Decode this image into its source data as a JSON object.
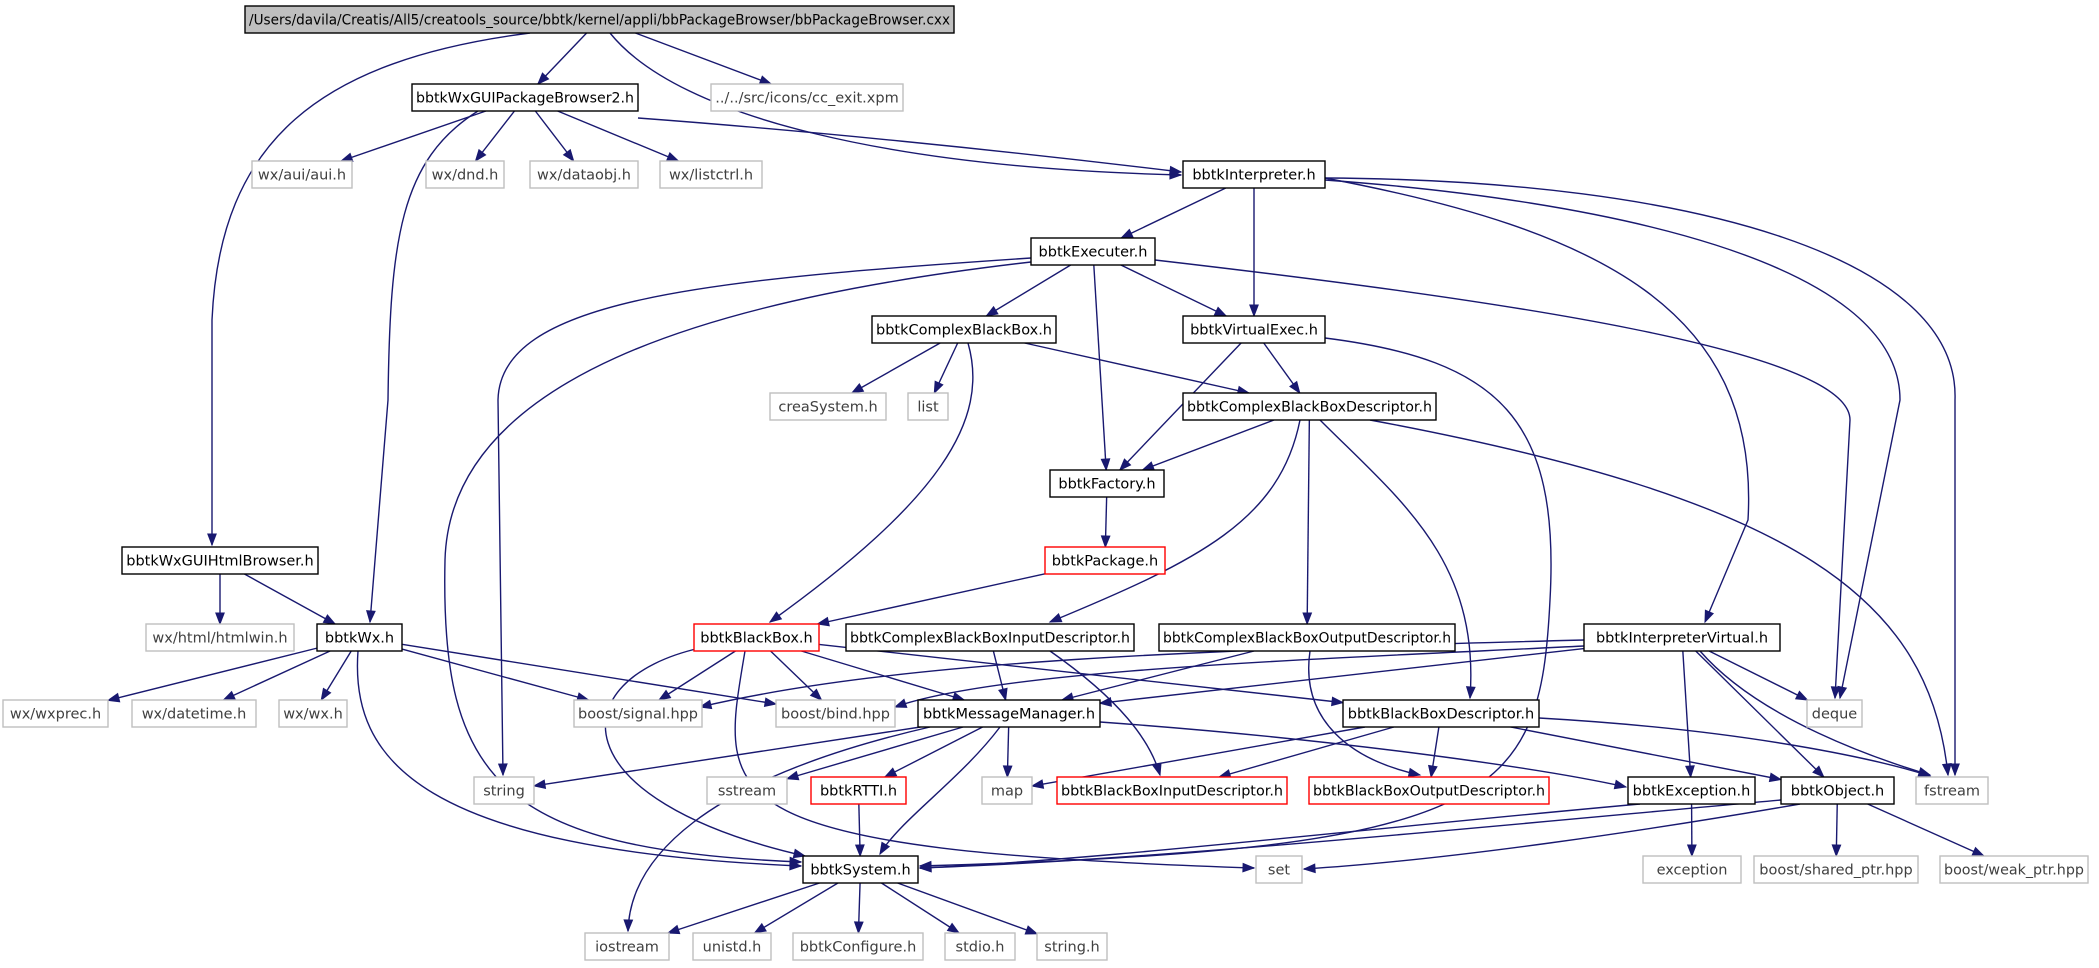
{
  "colors": {
    "edge": "#191970",
    "root_fill": "#bfbfbf",
    "node_border": "#000000",
    "external_border": "#bfbfbf",
    "truncated_border": "#ff0000",
    "text": "#000000"
  },
  "legend_note": "",
  "nodes": [
    {
      "id": "root",
      "label": "/Users/davila/Creatis/All5/creatools_source/bbtk/kernel/appli/bbPackageBrowser/bbPackageBrowser.cxx",
      "kind": "root"
    },
    {
      "id": "wxguipb2",
      "label": "bbtkWxGUIPackageBrowser2.h",
      "kind": "local"
    },
    {
      "id": "ccexit",
      "label": "../../src/icons/cc_exit.xpm",
      "kind": "external"
    },
    {
      "id": "wxaui",
      "label": "wx/aui/aui.h",
      "kind": "external"
    },
    {
      "id": "wxdnd",
      "label": "wx/dnd.h",
      "kind": "external"
    },
    {
      "id": "wxdataobj",
      "label": "wx/dataobj.h",
      "kind": "external"
    },
    {
      "id": "wxlistctrl",
      "label": "wx/listctrl.h",
      "kind": "external"
    },
    {
      "id": "interp",
      "label": "bbtkInterpreter.h",
      "kind": "local"
    },
    {
      "id": "executer",
      "label": "bbtkExecuter.h",
      "kind": "local"
    },
    {
      "id": "complexbb",
      "label": "bbtkComplexBlackBox.h",
      "kind": "local"
    },
    {
      "id": "virtualexec",
      "label": "bbtkVirtualExec.h",
      "kind": "local"
    },
    {
      "id": "creasystem",
      "label": "creaSystem.h",
      "kind": "external"
    },
    {
      "id": "list",
      "label": "list",
      "kind": "external"
    },
    {
      "id": "cbbdesc",
      "label": "bbtkComplexBlackBoxDescriptor.h",
      "kind": "local"
    },
    {
      "id": "factory",
      "label": "bbtkFactory.h",
      "kind": "local"
    },
    {
      "id": "package",
      "label": "bbtkPackage.h",
      "kind": "truncated"
    },
    {
      "id": "wxhtml",
      "label": "bbtkWxGUIHtmlBrowser.h",
      "kind": "local"
    },
    {
      "id": "htmlwin",
      "label": "wx/html/htmlwin.h",
      "kind": "external"
    },
    {
      "id": "bbtkwx",
      "label": "bbtkWx.h",
      "kind": "local"
    },
    {
      "id": "blackbox",
      "label": "bbtkBlackBox.h",
      "kind": "truncated"
    },
    {
      "id": "cbbindesc",
      "label": "bbtkComplexBlackBoxInputDescriptor.h",
      "kind": "local"
    },
    {
      "id": "cbboutdesc",
      "label": "bbtkComplexBlackBoxOutputDescriptor.h",
      "kind": "local"
    },
    {
      "id": "interpvirt",
      "label": "bbtkInterpreterVirtual.h",
      "kind": "local"
    },
    {
      "id": "wxprec",
      "label": "wx/wxprec.h",
      "kind": "external"
    },
    {
      "id": "wxdatetime",
      "label": "wx/datetime.h",
      "kind": "external"
    },
    {
      "id": "wxwx",
      "label": "wx/wx.h",
      "kind": "external"
    },
    {
      "id": "boostsignal",
      "label": "boost/signal.hpp",
      "kind": "external"
    },
    {
      "id": "boostbind",
      "label": "boost/bind.hpp",
      "kind": "external"
    },
    {
      "id": "msgmgr",
      "label": "bbtkMessageManager.h",
      "kind": "local"
    },
    {
      "id": "bbdesc",
      "label": "bbtkBlackBoxDescriptor.h",
      "kind": "local"
    },
    {
      "id": "deque",
      "label": "deque",
      "kind": "external"
    },
    {
      "id": "string",
      "label": "string",
      "kind": "external"
    },
    {
      "id": "sstream",
      "label": "sstream",
      "kind": "external"
    },
    {
      "id": "rtti",
      "label": "bbtkRTTI.h",
      "kind": "truncated"
    },
    {
      "id": "map",
      "label": "map",
      "kind": "external"
    },
    {
      "id": "bbindesc",
      "label": "bbtkBlackBoxInputDescriptor.h",
      "kind": "truncated"
    },
    {
      "id": "bboutdesc",
      "label": "bbtkBlackBoxOutputDescriptor.h",
      "kind": "truncated"
    },
    {
      "id": "exception_h",
      "label": "bbtkException.h",
      "kind": "local"
    },
    {
      "id": "object",
      "label": "bbtkObject.h",
      "kind": "local"
    },
    {
      "id": "fstream",
      "label": "fstream",
      "kind": "external"
    },
    {
      "id": "system",
      "label": "bbtkSystem.h",
      "kind": "local"
    },
    {
      "id": "set",
      "label": "set",
      "kind": "external"
    },
    {
      "id": "exception",
      "label": "exception",
      "kind": "external"
    },
    {
      "id": "sharedptr",
      "label": "boost/shared_ptr.hpp",
      "kind": "external"
    },
    {
      "id": "weakptr",
      "label": "boost/weak_ptr.hpp",
      "kind": "external"
    },
    {
      "id": "iostream",
      "label": "iostream",
      "kind": "external"
    },
    {
      "id": "unistd",
      "label": "unistd.h",
      "kind": "external"
    },
    {
      "id": "configure",
      "label": "bbtkConfigure.h",
      "kind": "external"
    },
    {
      "id": "stdio",
      "label": "stdio.h",
      "kind": "external"
    },
    {
      "id": "stringh",
      "label": "string.h",
      "kind": "external"
    }
  ],
  "edges": [
    [
      "root",
      "wxguipb2"
    ],
    [
      "root",
      "ccexit"
    ],
    [
      "root",
      "interp"
    ],
    [
      "root",
      "wxhtml"
    ],
    [
      "wxguipb2",
      "wxaui"
    ],
    [
      "wxguipb2",
      "wxdnd"
    ],
    [
      "wxguipb2",
      "wxdataobj"
    ],
    [
      "wxguipb2",
      "wxlistctrl"
    ],
    [
      "wxguipb2",
      "interp"
    ],
    [
      "wxguipb2",
      "bbtkwx"
    ],
    [
      "interp",
      "executer"
    ],
    [
      "interp",
      "virtualexec"
    ],
    [
      "interp",
      "interpvirt"
    ],
    [
      "interp",
      "deque"
    ],
    [
      "interp",
      "fstream"
    ],
    [
      "executer",
      "complexbb"
    ],
    [
      "executer",
      "virtualexec"
    ],
    [
      "executer",
      "factory"
    ],
    [
      "executer",
      "string"
    ],
    [
      "executer",
      "system"
    ],
    [
      "executer",
      "deque"
    ],
    [
      "complexbb",
      "creasystem"
    ],
    [
      "complexbb",
      "list"
    ],
    [
      "complexbb",
      "cbbdesc"
    ],
    [
      "complexbb",
      "blackbox"
    ],
    [
      "virtualexec",
      "cbbdesc"
    ],
    [
      "virtualexec",
      "factory"
    ],
    [
      "virtualexec",
      "system"
    ],
    [
      "cbbdesc",
      "factory"
    ],
    [
      "cbbdesc",
      "cbbindesc"
    ],
    [
      "cbbdesc",
      "cbboutdesc"
    ],
    [
      "cbbdesc",
      "bbdesc"
    ],
    [
      "cbbdesc",
      "fstream"
    ],
    [
      "factory",
      "package"
    ],
    [
      "package",
      "blackbox"
    ],
    [
      "wxhtml",
      "htmlwin"
    ],
    [
      "wxhtml",
      "bbtkwx"
    ],
    [
      "bbtkwx",
      "wxprec"
    ],
    [
      "bbtkwx",
      "wxdatetime"
    ],
    [
      "bbtkwx",
      "wxwx"
    ],
    [
      "bbtkwx",
      "boostsignal"
    ],
    [
      "bbtkwx",
      "boostbind"
    ],
    [
      "bbtkwx",
      "system"
    ],
    [
      "blackbox",
      "boostsignal"
    ],
    [
      "blackbox",
      "boostbind"
    ],
    [
      "blackbox",
      "msgmgr"
    ],
    [
      "blackbox",
      "bbdesc"
    ],
    [
      "blackbox",
      "system"
    ],
    [
      "blackbox",
      "set"
    ],
    [
      "cbbindesc",
      "msgmgr"
    ],
    [
      "cbbindesc",
      "bbindesc"
    ],
    [
      "cbboutdesc",
      "msgmgr"
    ],
    [
      "cbboutdesc",
      "bboutdesc"
    ],
    [
      "interpvirt",
      "msgmgr"
    ],
    [
      "interpvirt",
      "boostsignal"
    ],
    [
      "interpvirt",
      "boostbind"
    ],
    [
      "interpvirt",
      "deque"
    ],
    [
      "interpvirt",
      "exception_h"
    ],
    [
      "interpvirt",
      "object"
    ],
    [
      "interpvirt",
      "fstream"
    ],
    [
      "msgmgr",
      "string"
    ],
    [
      "msgmgr",
      "sstream"
    ],
    [
      "msgmgr",
      "rtti"
    ],
    [
      "msgmgr",
      "map"
    ],
    [
      "msgmgr",
      "system"
    ],
    [
      "msgmgr",
      "iostream"
    ],
    [
      "msgmgr",
      "exception_h"
    ],
    [
      "bbdesc",
      "map"
    ],
    [
      "bbdesc",
      "bbindesc"
    ],
    [
      "bbdesc",
      "bboutdesc"
    ],
    [
      "bbdesc",
      "object"
    ],
    [
      "bbdesc",
      "fstream"
    ],
    [
      "rtti",
      "system"
    ],
    [
      "exception_h",
      "exception"
    ],
    [
      "exception_h",
      "system"
    ],
    [
      "object",
      "system"
    ],
    [
      "object",
      "set"
    ],
    [
      "object",
      "sharedptr"
    ],
    [
      "object",
      "weakptr"
    ],
    [
      "system",
      "iostream"
    ],
    [
      "system",
      "unistd"
    ],
    [
      "system",
      "configure"
    ],
    [
      "system",
      "stdio"
    ],
    [
      "system",
      "stringh"
    ]
  ]
}
